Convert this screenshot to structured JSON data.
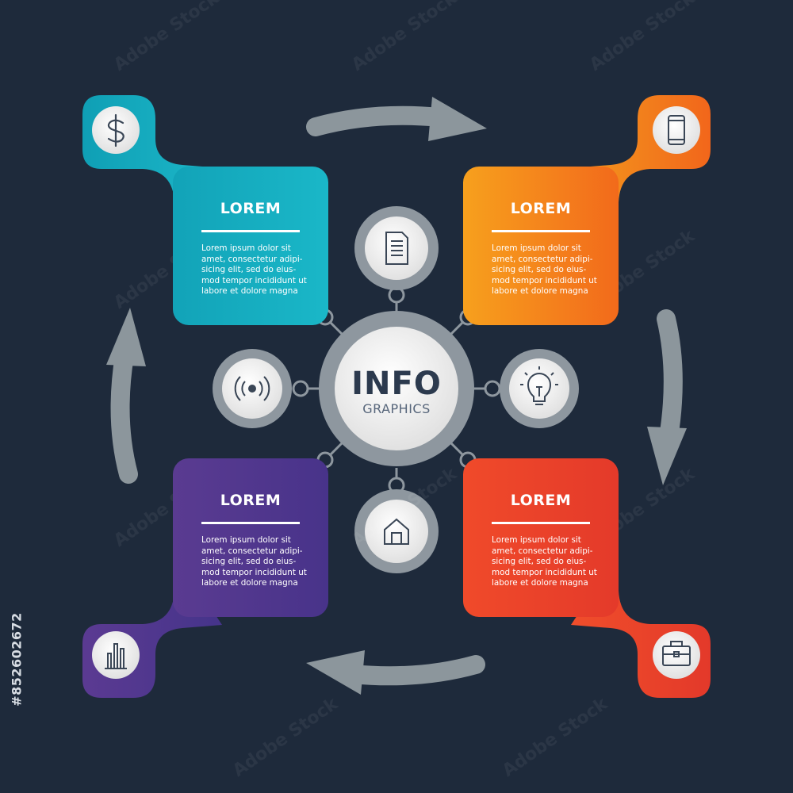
{
  "center": {
    "title": "INFO",
    "subtitle": "GRAPHICS"
  },
  "cards": [
    {
      "id": "tl",
      "title": "LOREM",
      "icon": "dollar-icon",
      "color_from": "#12a3b8",
      "color_to": "#1ab7c8",
      "body": [
        "Lorem ipsum dolor sit",
        "amet, consectetur adipi-",
        "sicing elit, sed do eius-",
        "mod tempor incididunt ut",
        "labore et dolore magna"
      ]
    },
    {
      "id": "tr",
      "title": "LOREM",
      "icon": "smartphone-icon",
      "color_from": "#f7a01d",
      "color_to": "#f26a1b",
      "body": [
        "Lorem ipsum dolor sit",
        "amet, consectetur adipi-",
        "sicing elit, sed do eius-",
        "mod tempor incididunt ut",
        "labore et dolore magna"
      ]
    },
    {
      "id": "bl",
      "title": "LOREM",
      "icon": "bar-chart-icon",
      "color_from": "#5a3b91",
      "color_to": "#48338a",
      "body": [
        "Lorem ipsum dolor sit",
        "amet, consectetur adipi-",
        "sicing elit, sed do eius-",
        "mod tempor incididunt ut",
        "labore et dolore magna"
      ]
    },
    {
      "id": "br",
      "title": "LOREM",
      "icon": "briefcase-icon",
      "color_from": "#f04a2a",
      "color_to": "#e43a2a",
      "body": [
        "Lorem ipsum dolor sit",
        "amet, consectetur adipi-",
        "sicing elit, sed do eius-",
        "mod tempor incididunt ut",
        "labore et dolore magna"
      ]
    }
  ],
  "satellites": [
    {
      "position": "top",
      "icon": "document-icon"
    },
    {
      "position": "left",
      "icon": "wireless-signal-icon"
    },
    {
      "position": "right",
      "icon": "lightbulb-icon"
    },
    {
      "position": "bottom",
      "icon": "home-icon"
    }
  ],
  "arrows": [
    "clockwise-top",
    "clockwise-right",
    "clockwise-bottom",
    "clockwise-left"
  ],
  "watermark": {
    "stock_id": "#852602672",
    "brand": "Adobe Stock"
  },
  "colors": {
    "background": "#1e2a3b",
    "ring": "#8e979f",
    "arrow": "#8c969c",
    "node": "#eeeeee"
  }
}
